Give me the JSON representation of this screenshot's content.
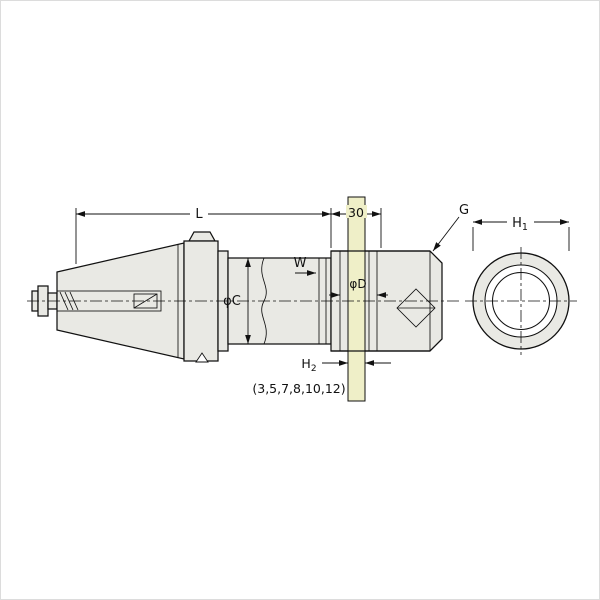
{
  "diagram": {
    "type": "technical-drawing",
    "description": "Tool holder dimensional drawing with side view and end view",
    "labels": {
      "L": "L",
      "thirty": "30",
      "G": "G",
      "H1_base": "H",
      "H1_sub": "1",
      "W": "W",
      "phiC": "φC",
      "phiD": "φD",
      "H2_base": "H",
      "H2_sub": "2",
      "sizes": "(3,5,7,8,10,12)"
    },
    "colors": {
      "line": "#111111",
      "body_fill": "#e9e9e4",
      "bar_fill": "#efefc8",
      "bore_fill": "#fbfbf8",
      "background": "#ffffff"
    }
  }
}
